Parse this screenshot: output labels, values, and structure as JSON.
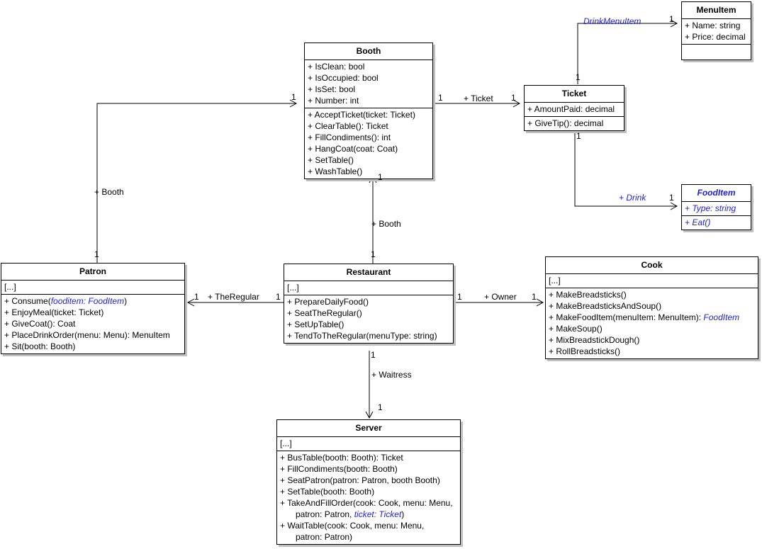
{
  "diagram": {
    "type": "uml-class-diagram",
    "title": "Restaurant UML Class Diagram",
    "classes": [
      {
        "id": "booth",
        "name": "Booth",
        "attributes": [
          "+ IsClean: bool",
          "+ IsOccupied: bool",
          "+ IsSet: bool",
          "+ Number: int"
        ],
        "operations": [
          "+ AcceptTicket(ticket: Ticket)",
          "+ ClearTable(): Ticket",
          "+ FillCondiments(): int",
          "+ HangCoat(coat: Coat)",
          "+ SetTable()",
          "+ WashTable()"
        ]
      },
      {
        "id": "menuitem",
        "name": "MenuItem",
        "attributes": [
          "+ Name: string",
          "+ Price: decimal"
        ],
        "operations": []
      },
      {
        "id": "ticket",
        "name": "Ticket",
        "attributes": [
          "+ AmountPaid: decimal"
        ],
        "operations": [
          "+ GiveTip(): decimal"
        ]
      },
      {
        "id": "fooditem",
        "name": "FoodItem",
        "attributes": [
          "+ Type: string"
        ],
        "operations": [
          "+ Eat()"
        ]
      },
      {
        "id": "patron",
        "name": "Patron",
        "attributes": [
          "[...]"
        ],
        "operations": [
          "+ Consume(fooditem: FoodItem)",
          "+ EnjoyMeal(ticket: Ticket)",
          "+ GiveCoat(): Coat",
          "+ PlaceDrinkOrder(menu: Menu): MenuItem",
          "+ Sit(booth: Booth)"
        ]
      },
      {
        "id": "restaurant",
        "name": "Restaurant",
        "attributes": [
          "[...]"
        ],
        "operations": [
          "+ PrepareDailyFood()",
          "+ SeatTheRegular()",
          "+ SetUpTable()",
          "+ TendToTheRegular(menuType: string)"
        ]
      },
      {
        "id": "cook",
        "name": "Cook",
        "attributes": [
          "[...]"
        ],
        "operations": [
          "+ MakeBreadsticks()",
          "+ MakeBreadsticksAndSoup()",
          "+ MakeFoodItem(menuItem: MenuItem): FoodItem",
          "+ MakeSoup()",
          "+ MixBreadstickDough()",
          "+ RollBreadsticks()"
        ]
      },
      {
        "id": "server",
        "name": "Server",
        "attributes": [
          "[...]"
        ],
        "operations": [
          "+ BusTable(booth: Booth): Ticket",
          "+ FillCondiments(booth: Booth)",
          "+ SeatPatron(patron: Patron, booth Booth)",
          "+ SetTable(booth: Booth)",
          "+ TakeAndFillOrder(cook: Cook, menu: Menu,",
          "patron: Patron, ticket: Ticket)",
          "+ WaitTable(cook: Cook, menu: Menu,",
          "patron: Patron)"
        ]
      }
    ],
    "associations": [
      {
        "id": "patron-booth",
        "label": "+ Booth",
        "source": "Patron",
        "target": "Booth",
        "source_mult": "1",
        "target_mult": "1"
      },
      {
        "id": "booth-ticket",
        "label": "+ Ticket",
        "source": "Booth",
        "target": "Ticket",
        "source_mult": "1",
        "target_mult": "1"
      },
      {
        "id": "ticket-menuitem",
        "label": "DrinkMenuItem",
        "source": "Ticket",
        "target": "MenuItem",
        "source_mult": "1",
        "target_mult": "1"
      },
      {
        "id": "ticket-fooditem",
        "label": "+ Drink",
        "source": "Ticket",
        "target": "FoodItem",
        "source_mult": "1",
        "target_mult": "1"
      },
      {
        "id": "restaurant-patron",
        "label": "+ TheRegular",
        "source": "Restaurant",
        "target": "Patron",
        "source_mult": "1",
        "target_mult": "1"
      },
      {
        "id": "restaurant-cook",
        "label": "+ Owner",
        "source": "Restaurant",
        "target": "Cook",
        "source_mult": "1",
        "target_mult": "1"
      },
      {
        "id": "restaurant-booth",
        "label": "+ Booth",
        "source": "Restaurant",
        "target": "Booth",
        "source_mult": "1",
        "target_mult": "1"
      },
      {
        "id": "restaurant-server",
        "label": "+ Waitress",
        "source": "Restaurant",
        "target": "Server",
        "source_mult": "1",
        "target_mult": "1"
      }
    ],
    "colors": {
      "line": "#000000",
      "box_fill": "#ffffff",
      "box_border": "#000000",
      "shadow": "#c0c0c0",
      "accent_blue": "#2020e0"
    }
  },
  "labels": {
    "booth_title": "Booth",
    "booth_attr_0": "+ IsClean: bool",
    "booth_attr_1": "+ IsOccupied: bool",
    "booth_attr_2": "+ IsSet: bool",
    "booth_attr_3": "+ Number: int",
    "booth_op_0": "+ AcceptTicket(ticket: Ticket)",
    "booth_op_1": "+ ClearTable(): Ticket",
    "booth_op_2": "+ FillCondiments(): int",
    "booth_op_3": "+ HangCoat(coat: Coat)",
    "booth_op_4": "+ SetTable()",
    "booth_op_5": "+ WashTable()",
    "menuitem_title": "MenuItem",
    "menuitem_attr_0": "+ Name: string",
    "menuitem_attr_1": "+ Price: decimal",
    "ticket_title": "Ticket",
    "ticket_attr_0": "+ AmountPaid: decimal",
    "ticket_op_0": "+ GiveTip(): decimal",
    "fooditem_title": "FoodItem",
    "fooditem_attr_0": "+ Type: string",
    "fooditem_op_0": "+ Eat()",
    "patron_title": "Patron",
    "patron_attr_0": "[...]",
    "patron_op_0_a": "+ Consume(",
    "patron_op_0_b": "fooditem: FoodItem",
    "patron_op_0_c": ")",
    "patron_op_1": "+ EnjoyMeal(ticket: Ticket)",
    "patron_op_2": "+ GiveCoat(): Coat",
    "patron_op_3": "+ PlaceDrinkOrder(menu: Menu): MenuItem",
    "patron_op_4": "+ Sit(booth: Booth)",
    "restaurant_title": "Restaurant",
    "restaurant_attr_0": "[...]",
    "restaurant_op_0": "+ PrepareDailyFood()",
    "restaurant_op_1": "+ SeatTheRegular()",
    "restaurant_op_2": "+ SetUpTable()",
    "restaurant_op_3": "+ TendToTheRegular(menuType: string)",
    "cook_title": "Cook",
    "cook_attr_0": "[...]",
    "cook_op_0": "+ MakeBreadsticks()",
    "cook_op_1": "+ MakeBreadsticksAndSoup()",
    "cook_op_2_a": "+ MakeFoodItem(menuItem: MenuItem): ",
    "cook_op_2_b": "FoodItem",
    "cook_op_3": "+ MakeSoup()",
    "cook_op_4": "+ MixBreadstickDough()",
    "cook_op_5": "+ RollBreadsticks()",
    "server_title": "Server",
    "server_attr_0": "[...]",
    "server_op_0": "+ BusTable(booth: Booth): Ticket",
    "server_op_1": "+ FillCondiments(booth: Booth)",
    "server_op_2": "+ SeatPatron(patron: Patron, booth Booth)",
    "server_op_3": "+ SetTable(booth: Booth)",
    "server_op_4": "+ TakeAndFillOrder(cook: Cook, menu: Menu,",
    "server_op_5_a": "patron: Patron, ",
    "server_op_5_b": "ticket: Ticket",
    "server_op_5_c": ")",
    "server_op_6": "+ WaitTable(cook: Cook, menu: Menu,",
    "server_op_7": "patron: Patron)",
    "edge_patron_booth": "+ Booth",
    "edge_booth_ticket": "+ Ticket",
    "edge_drinkmenuitem": "DrinkMenuItem",
    "edge_drink": "+ Drink",
    "edge_theregular": "+ TheRegular",
    "edge_owner": "+ Owner",
    "edge_restaurant_booth": "+ Booth",
    "edge_waitress": "+ Waitress",
    "m_one": "1"
  }
}
